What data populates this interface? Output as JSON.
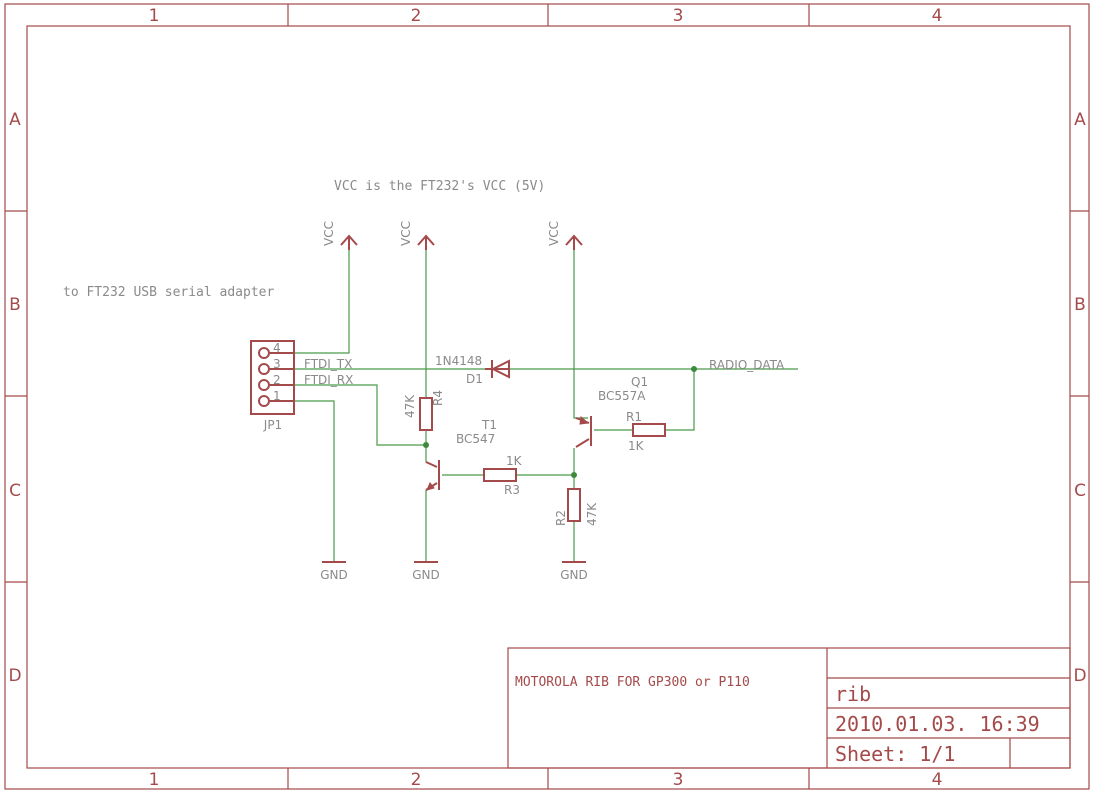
{
  "grid": {
    "columns": [
      "1",
      "2",
      "3",
      "4"
    ],
    "rows": [
      "A",
      "B",
      "C",
      "D"
    ]
  },
  "notes": {
    "vcc_note": "VCC is the FT232's VCC (5V)",
    "usb_note": "to FT232 USB serial adapter"
  },
  "supplies": {
    "vcc": "VCC",
    "gnd": "GND"
  },
  "connector": {
    "name": "JP1",
    "pins": [
      "4",
      "3",
      "2",
      "1"
    ]
  },
  "nets": {
    "ftdi_tx": "FTDI_TX",
    "ftdi_rx": "FTDI_RX",
    "radio_data": "RADIO_DATA"
  },
  "components": {
    "d1": {
      "name": "D1",
      "value": "1N4148"
    },
    "q1": {
      "name": "Q1",
      "value": "BC557A"
    },
    "t1": {
      "name": "T1",
      "value": "BC547"
    },
    "r1": {
      "name": "R1",
      "value": "1K"
    },
    "r2": {
      "name": "R2",
      "value": "47K"
    },
    "r3": {
      "name": "R3",
      "value": "1K"
    },
    "r4": {
      "name": "R4",
      "value": "47K"
    }
  },
  "title_block": {
    "title": "MOTOROLA RIB FOR GP300 or P110",
    "name": "rib",
    "date": "2010.01.03. 16:39",
    "sheet": "Sheet: 1/1"
  }
}
